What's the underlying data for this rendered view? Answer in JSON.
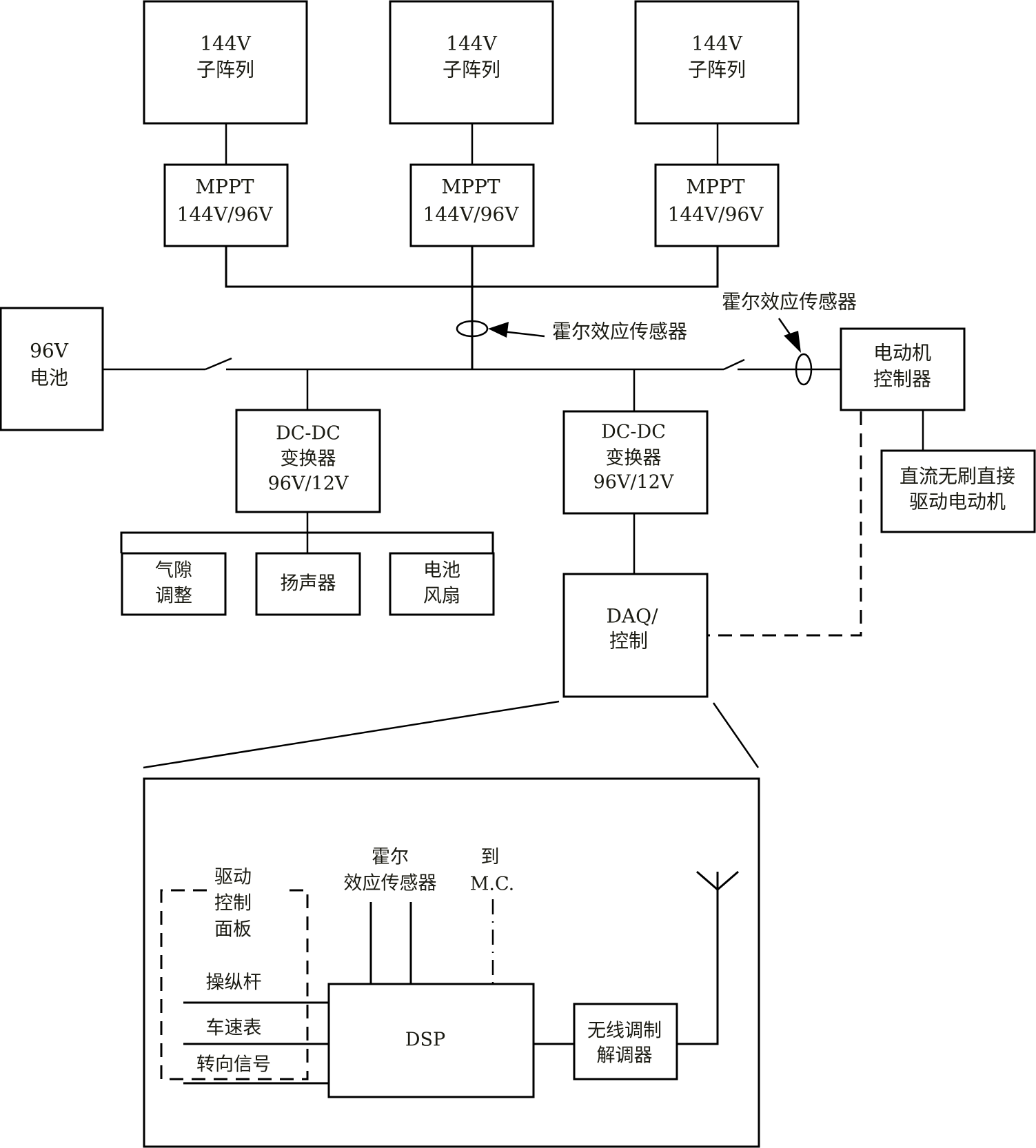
{
  "diagram": {
    "title": "Solar vehicle electrical system block diagram",
    "subarrays": [
      {
        "line1": "144V",
        "line2": "子阵列"
      },
      {
        "line1": "144V",
        "line2": "子阵列"
      },
      {
        "line1": "144V",
        "line2": "子阵列"
      }
    ],
    "mppts": [
      {
        "line1": "MPPT",
        "line2": "144V/96V"
      },
      {
        "line1": "MPPT",
        "line2": "144V/96V"
      },
      {
        "line1": "MPPT",
        "line2": "144V/96V"
      }
    ],
    "battery": {
      "line1": "96V",
      "line2": "电池"
    },
    "hall_sensor_bus_label": "霍尔效应传感器",
    "hall_sensor_motor_label": "霍尔效应传感器",
    "motor_controller": {
      "line1": "电动机",
      "line2": "控制器"
    },
    "motor": {
      "line1": "直流无刷直接",
      "line2": "驱动电动机"
    },
    "dcdc_left": {
      "line1": "DC-DC",
      "line2": "变换器",
      "line3": "96V/12V"
    },
    "dcdc_right": {
      "line1": "DC-DC",
      "line2": "变换器",
      "line3": "96V/12V"
    },
    "loads": [
      {
        "line1": "气隙",
        "line2": "调整"
      },
      {
        "line1": "扬声器",
        "line2": ""
      },
      {
        "line1": "电池",
        "line2": "风扇"
      }
    ],
    "daq": {
      "line1": "DAQ/",
      "line2": "控制"
    },
    "detail": {
      "panel_label": [
        "驱动",
        "控制",
        "面板"
      ],
      "inputs": [
        "操纵杆",
        "车速表",
        "转向信号"
      ],
      "hall_label": {
        "line1": "霍尔",
        "line2": "效应传感器"
      },
      "mc_label": {
        "line1": "到",
        "line2": "M.C."
      },
      "dsp": "DSP",
      "modem": {
        "line1": "无线调制",
        "line2": "解调器"
      }
    }
  },
  "colors": {
    "line": "#000000",
    "text": "#1a1a12",
    "background": "#ffffff"
  }
}
